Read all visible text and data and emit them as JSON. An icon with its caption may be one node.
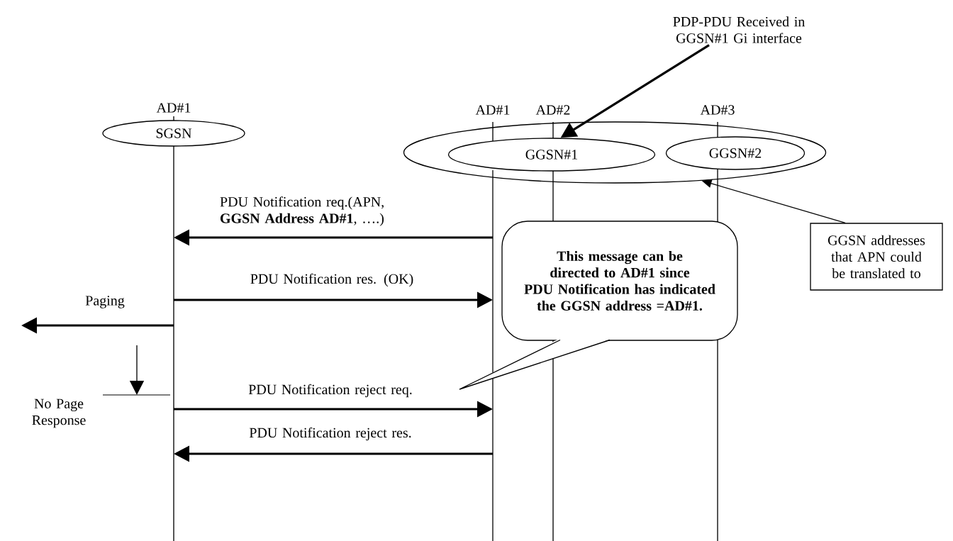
{
  "diagram": {
    "nodes": [
      {
        "text": [
          "SGSN"
        ],
        "beside": [
          "AD#1"
        ]
      },
      {
        "text": [],
        "shape": "ellipse"
      },
      {
        "text": [
          "GGSN#1"
        ],
        "in": 1,
        "beside": [
          "AD#1",
          "AD#2"
        ]
      },
      {
        "text": [
          "GGSN#2"
        ],
        "in": 1,
        "beside": [
          "AD#3"
        ]
      },
      {
        "text": [
          "PDP-PDU Received in GGSN#1 Gi interface"
        ]
      },
      {
        "text": [
          "GGSN addresses that APN could be translated to"
        ]
      },
      {
        "text": [
          "This message can be directed to AD#1 since PDU Notification has indicated the GGSN address =AD#1."
        ]
      },
      {
        "text": [],
        "shape": "line"
      },
      {
        "text": [],
        "shape": "line"
      },
      {
        "text": [],
        "shape": "line"
      },
      {
        "text": [],
        "shape": "line"
      }
    ],
    "edges": [
      {
        "from": 8,
        "to": 7,
        "arrow": "to",
        "label": "PDU Notification req.(APN, **GGSN Address AD#1**, ….)"
      },
      {
        "from": 7,
        "to": 8,
        "arrow": "to",
        "label": "PDU Notification res. (OK)"
      },
      {
        "from": 7,
        "to": null,
        "arrow": "to",
        "label": "Paging"
      },
      {
        "from": 7,
        "to": 8,
        "arrow": "to",
        "label": "PDU Notification reject req."
      },
      {
        "from": 8,
        "to": 7,
        "arrow": "to",
        "label": "PDU Notification reject res."
      },
      {
        "from": 4,
        "to": 2,
        "arrow": "to"
      },
      {
        "from": 5,
        "to": 1,
        "arrow": "to"
      }
    ],
    "labels": [
      "No Page Response"
    ]
  }
}
